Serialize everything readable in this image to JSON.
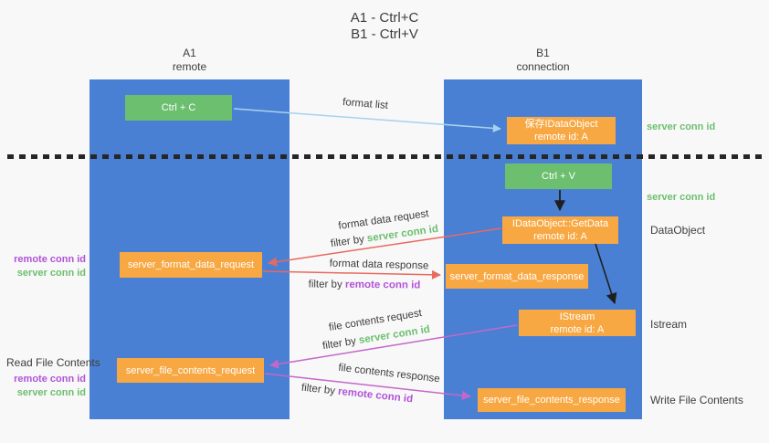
{
  "title": {
    "line1": "A1 - Ctrl+C",
    "line2": "B1 - Ctrl+V"
  },
  "lanes": {
    "left": {
      "id": "A1",
      "subtitle": "remote"
    },
    "right": {
      "id": "B1",
      "subtitle": "connection"
    }
  },
  "nodes": {
    "ctrl_c": {
      "label": "Ctrl + C"
    },
    "save_idataobject": {
      "line1": "保存IDataObject",
      "line2": "remote id: A"
    },
    "ctrl_v": {
      "label": "Ctrl + V"
    },
    "getdata": {
      "line1": "IDataObject::GetData",
      "line2": "remote id: A"
    },
    "format_request": {
      "label": "server_format_data_request"
    },
    "format_response": {
      "label": "server_format_data_response"
    },
    "istream": {
      "line1": "IStream",
      "line2": "remote id: A"
    },
    "file_request": {
      "label": "server_file_contents_request"
    },
    "file_response": {
      "label": "server_file_contents_response"
    }
  },
  "arrow_labels": {
    "format_list": "format list",
    "format_data_request": "format data request",
    "format_data_response": "format data response",
    "file_contents_request": "file contents request",
    "file_contents_response": "file contents response",
    "filter_by": "filter by ",
    "server_conn_id": "server conn id",
    "remote_conn_id": "remote conn id"
  },
  "side_labels": {
    "server_conn_id_top": "server conn id",
    "server_conn_id_mid": "server conn id",
    "dataobject": "DataObject",
    "istream": "Istream",
    "write_file_contents": "Write File Contents",
    "read_file_contents": "Read File Contents",
    "remote_conn_id": "remote conn id",
    "server_conn_id": "server conn id"
  },
  "colors": {
    "lane_blue": "#4a80d4",
    "box_green": "#6cbf6e",
    "box_orange": "#f8a843",
    "arrow_lightblue": "#a6d2ee",
    "arrow_red": "#e8695e",
    "arrow_magenta": "#c467c9",
    "text_green": "#6cbf6e",
    "text_purple": "#b153d6",
    "text_dark": "#3d3d3d",
    "divider_black": "#262626",
    "bg": "#f8f8f9"
  }
}
